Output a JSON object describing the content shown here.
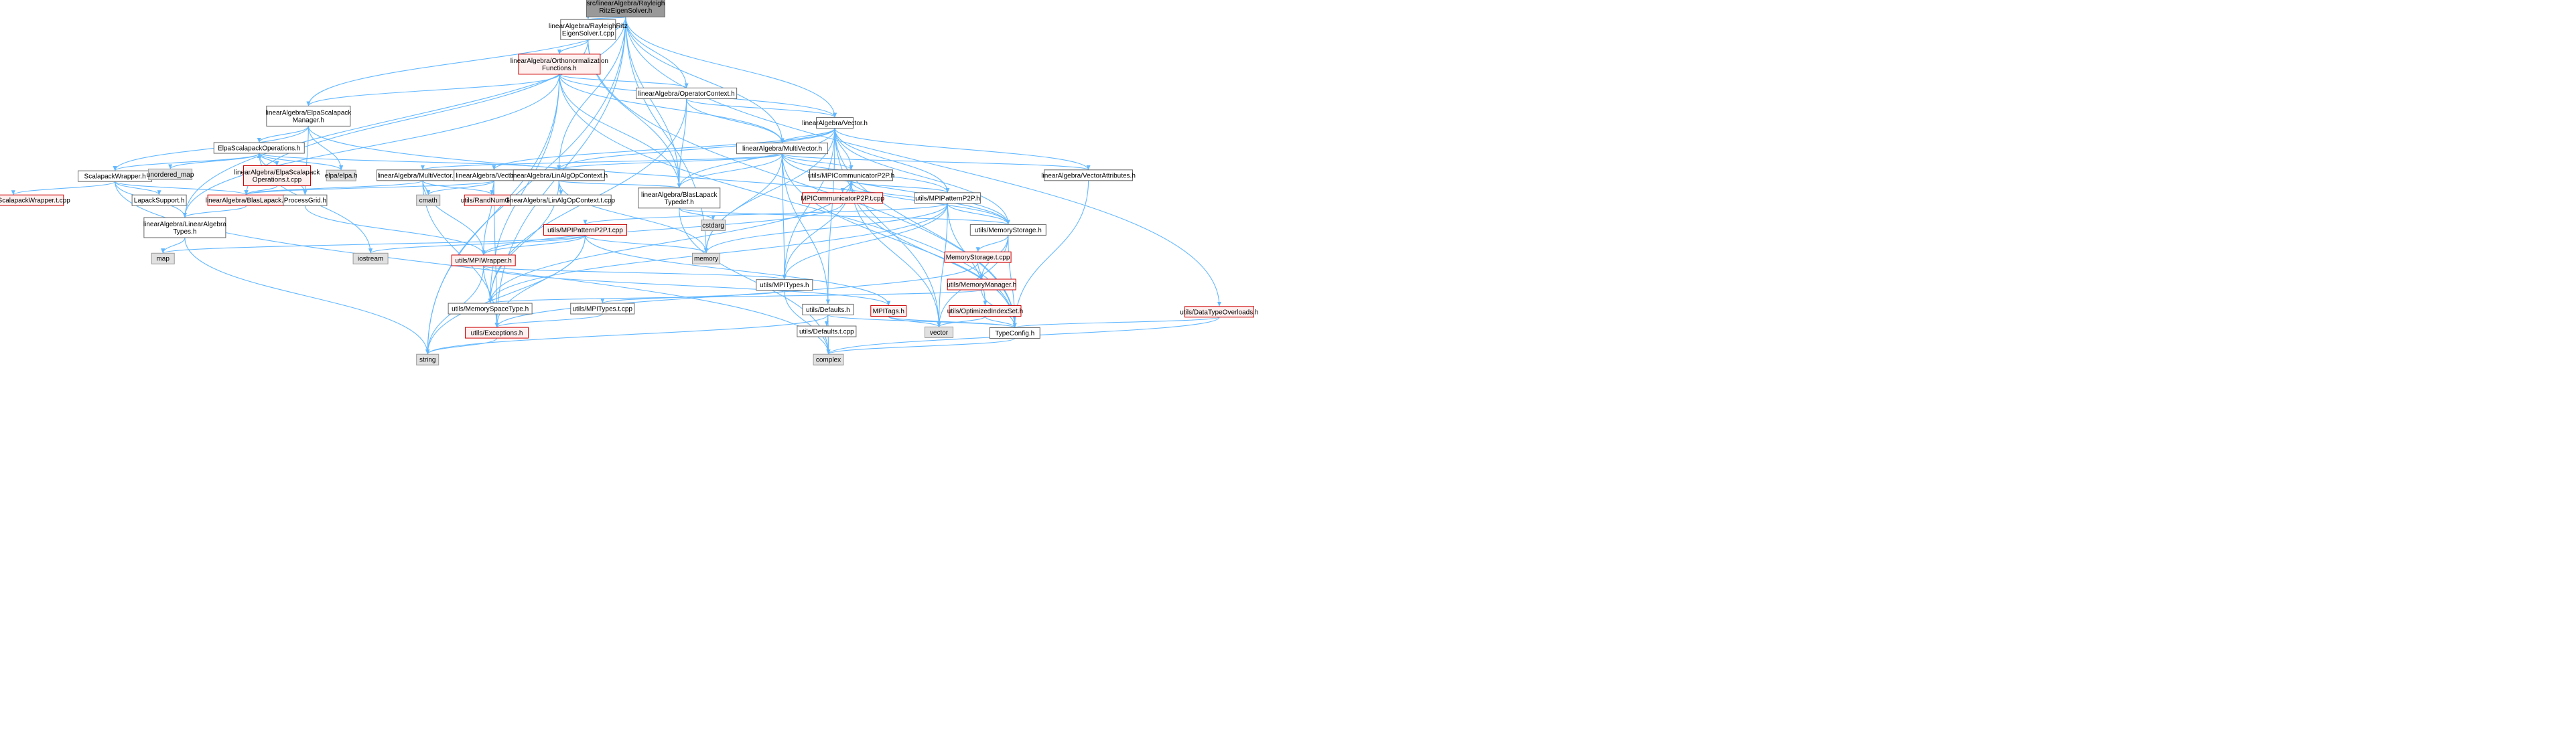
{
  "graph": {
    "style": {
      "root_fill": "#999999",
      "default_fill": "#ffffff",
      "default_stroke": "#666666",
      "missing_fill": "#e0e0e0",
      "missing_stroke": "#999999",
      "red_fill": "#fff0f0",
      "red_stroke": "#cc0000",
      "edge_color": "#63b8ff",
      "edge_red": "#cc3333"
    },
    "nodes": [
      {
        "id": "root",
        "lines": [
          "src/linearAlgebra/Rayleigh",
          "RitzEigenSolver.h"
        ],
        "kind": "root"
      },
      {
        "id": "rrtcpp",
        "lines": [
          "linearAlgebra/RayleighRitz",
          "EigenSolver.t.cpp"
        ],
        "kind": "normal"
      },
      {
        "id": "ortho",
        "lines": [
          "linearAlgebra/Orthonormalization",
          "Functions.h"
        ],
        "kind": "red"
      },
      {
        "id": "opctx",
        "lines": [
          "linearAlgebra/OperatorContext.h"
        ],
        "kind": "normal"
      },
      {
        "id": "vector",
        "lines": [
          "linearAlgebra/Vector.h"
        ],
        "kind": "normal"
      },
      {
        "id": "elpamgr",
        "lines": [
          "linearAlgebra/ElpaScalapack",
          "Manager.h"
        ],
        "kind": "normal"
      },
      {
        "id": "multivec",
        "lines": [
          "linearAlgebra/MultiVector.h"
        ],
        "kind": "normal"
      },
      {
        "id": "elpaops",
        "lines": [
          "ElpaScalapackOperations.h"
        ],
        "kind": "normal"
      },
      {
        "id": "scalwrap",
        "lines": [
          "ScalapackWrapper.h"
        ],
        "kind": "normal"
      },
      {
        "id": "unmap",
        "lines": [
          "unordered_map"
        ],
        "kind": "missing"
      },
      {
        "id": "elpaopst",
        "lines": [
          "linearAlgebra/ElpaScalapack",
          "Operations.t.cpp"
        ],
        "kind": "red"
      },
      {
        "id": "elpa",
        "lines": [
          "elpa/elpa.h"
        ],
        "kind": "missing"
      },
      {
        "id": "mvtcpp",
        "lines": [
          "linearAlgebra/MultiVector.t.cpp"
        ],
        "kind": "normal"
      },
      {
        "id": "vtcpp",
        "lines": [
          "linearAlgebra/Vector.t.cpp"
        ],
        "kind": "normal"
      },
      {
        "id": "linalgctx",
        "lines": [
          "linearAlgebra/LinAlgOpContext.h"
        ],
        "kind": "normal"
      },
      {
        "id": "mpicomm",
        "lines": [
          "utils/MPICommunicatorP2P.h"
        ],
        "kind": "normal"
      },
      {
        "id": "vecattr",
        "lines": [
          "linearAlgebra/VectorAttributes.h"
        ],
        "kind": "normal"
      },
      {
        "id": "dtover",
        "lines": [
          "utils/DataTypeOverloads.h"
        ],
        "kind": "red"
      },
      {
        "id": "scalwrapt",
        "lines": [
          "linearAlgebra/ScalapackWrapper.t.cpp"
        ],
        "kind": "red"
      },
      {
        "id": "lapacksup",
        "lines": [
          "LapackSupport.h"
        ],
        "kind": "normal"
      },
      {
        "id": "blaslapack",
        "lines": [
          "linearAlgebra/BlasLapack.h"
        ],
        "kind": "red"
      },
      {
        "id": "procgrid",
        "lines": [
          "ProcessGrid.h"
        ],
        "kind": "normal"
      },
      {
        "id": "cmath",
        "lines": [
          "cmath"
        ],
        "kind": "missing"
      },
      {
        "id": "randnum",
        "lines": [
          "utils/RandNumGen.h"
        ],
        "kind": "red"
      },
      {
        "id": "linalgctxt",
        "lines": [
          "linearAlgebra/LinAlgOpContext.t.cpp"
        ],
        "kind": "normal"
      },
      {
        "id": "blastypedef",
        "lines": [
          "linearAlgebra/BlasLapack",
          "Typedef.h"
        ],
        "kind": "normal"
      },
      {
        "id": "mpicommt",
        "lines": [
          "MPICommunicatorP2P.t.cpp"
        ],
        "kind": "red"
      },
      {
        "id": "mpipattern",
        "lines": [
          "utils/MPIPatternP2P.h"
        ],
        "kind": "normal"
      },
      {
        "id": "lintypes",
        "lines": [
          "linearAlgebra/LinearAlgebra",
          "Types.h"
        ],
        "kind": "normal"
      },
      {
        "id": "cstdarg",
        "lines": [
          "cstdarg"
        ],
        "kind": "missing"
      },
      {
        "id": "mpipatternt",
        "lines": [
          "utils/MPIPatternP2P.t.cpp"
        ],
        "kind": "red"
      },
      {
        "id": "memstorage",
        "lines": [
          "utils/MemoryStorage.h"
        ],
        "kind": "normal"
      },
      {
        "id": "map",
        "lines": [
          "map"
        ],
        "kind": "missing"
      },
      {
        "id": "iostream",
        "lines": [
          "iostream"
        ],
        "kind": "missing"
      },
      {
        "id": "mpiwrapper",
        "lines": [
          "utils/MPIWrapper.h"
        ],
        "kind": "red"
      },
      {
        "id": "memory",
        "lines": [
          "memory"
        ],
        "kind": "missing"
      },
      {
        "id": "memstoraget",
        "lines": [
          "MemoryStorage.t.cpp"
        ],
        "kind": "red"
      },
      {
        "id": "memmgr",
        "lines": [
          "utils/MemoryManager.h"
        ],
        "kind": "red"
      },
      {
        "id": "mpitypes",
        "lines": [
          "utils/MPITypes.h"
        ],
        "kind": "normal"
      },
      {
        "id": "memspace",
        "lines": [
          "utils/MemorySpaceType.h"
        ],
        "kind": "normal"
      },
      {
        "id": "mpitypest",
        "lines": [
          "utils/MPITypes.t.cpp"
        ],
        "kind": "normal"
      },
      {
        "id": "defaults",
        "lines": [
          "utils/Defaults.h"
        ],
        "kind": "normal"
      },
      {
        "id": "mpitags",
        "lines": [
          "MPITags.h"
        ],
        "kind": "red"
      },
      {
        "id": "optidx",
        "lines": [
          "utils/OptimizedIndexSet.h"
        ],
        "kind": "red"
      },
      {
        "id": "defaultst",
        "lines": [
          "utils/Defaults.t.cpp"
        ],
        "kind": "normal"
      },
      {
        "id": "vectorstd",
        "lines": [
          "vector"
        ],
        "kind": "missing"
      },
      {
        "id": "exceptions",
        "lines": [
          "utils/Exceptions.h"
        ],
        "kind": "red"
      },
      {
        "id": "typeconfig",
        "lines": [
          "TypeConfig.h"
        ],
        "kind": "normal"
      },
      {
        "id": "string",
        "lines": [
          "string"
        ],
        "kind": "missing"
      },
      {
        "id": "complex",
        "lines": [
          "complex"
        ],
        "kind": "missing"
      }
    ],
    "edges": [
      [
        "root",
        "rrtcpp"
      ],
      [
        "root",
        "elpamgr"
      ],
      [
        "root",
        "lintypes"
      ],
      [
        "root",
        "linalgctx"
      ],
      [
        "root",
        "vector"
      ],
      [
        "root",
        "multivec"
      ],
      [
        "root",
        "opctx"
      ],
      [
        "root",
        "blastypedef"
      ],
      [
        "root",
        "memory"
      ],
      [
        "root",
        "string"
      ],
      [
        "root",
        "exceptions"
      ],
      [
        "root",
        "dtover"
      ],
      [
        "rrtcpp",
        "ortho"
      ],
      [
        "rrtcpp",
        "blastypedef"
      ],
      [
        "rrtcpp",
        "typeconfig"
      ],
      [
        "rrtcpp",
        "blaslapack"
      ],
      [
        "ortho",
        "opctx"
      ],
      [
        "ortho",
        "elpamgr"
      ],
      [
        "ortho",
        "multivec"
      ],
      [
        "ortho",
        "vector"
      ],
      [
        "ortho",
        "blastypedef"
      ],
      [
        "ortho",
        "memspace"
      ],
      [
        "ortho",
        "string"
      ],
      [
        "ortho",
        "lintypes"
      ],
      [
        "ortho",
        "typeconfig"
      ],
      [
        "opctx",
        "vector"
      ],
      [
        "opctx",
        "multivec"
      ],
      [
        "opctx",
        "blastypedef"
      ],
      [
        "opctx",
        "memspace"
      ],
      [
        "vector",
        "multivec"
      ],
      [
        "vector",
        "linalgctx"
      ],
      [
        "vector",
        "vecattr"
      ],
      [
        "vector",
        "memstorage"
      ],
      [
        "vector",
        "mpicomm"
      ],
      [
        "vector",
        "mpipattern"
      ],
      [
        "vector",
        "typeconfig"
      ],
      [
        "vector",
        "defaults"
      ],
      [
        "vector",
        "vtcpp"
      ],
      [
        "vector",
        "memory"
      ],
      [
        "vector",
        "vectorstd"
      ],
      [
        "vector",
        "blastypedef"
      ],
      [
        "vector",
        "mpitypes"
      ],
      [
        "elpamgr",
        "elpaops"
      ],
      [
        "elpamgr",
        "scalwrap"
      ],
      [
        "elpamgr",
        "elpa"
      ],
      [
        "elpamgr",
        "procgrid"
      ],
      [
        "elpamgr",
        "memstorage"
      ],
      [
        "multivec",
        "mvtcpp"
      ],
      [
        "multivec",
        "linalgctx"
      ],
      [
        "multivec",
        "mpicomm"
      ],
      [
        "multivec",
        "mpipattern"
      ],
      [
        "multivec",
        "vecattr"
      ],
      [
        "multivec",
        "memstorage"
      ],
      [
        "multivec",
        "typeconfig"
      ],
      [
        "multivec",
        "defaults"
      ],
      [
        "multivec",
        "memory"
      ],
      [
        "multivec",
        "blastypedef"
      ],
      [
        "multivec",
        "mpitypes"
      ],
      [
        "elpaops",
        "elpaopst"
      ],
      [
        "elpaops",
        "unmap"
      ],
      [
        "elpaops",
        "elpa"
      ],
      [
        "elpaops",
        "scalwrap"
      ],
      [
        "elpaops",
        "procgrid"
      ],
      [
        "elpaops",
        "linalgctx"
      ],
      [
        "elpaops",
        "iostream"
      ],
      [
        "elpaopst",
        "elpaops"
      ],
      [
        "elpaopst",
        "blaslapack"
      ],
      [
        "scalwrap",
        "scalwrapt"
      ],
      [
        "scalwrap",
        "lapacksup"
      ],
      [
        "scalwrap",
        "blaslapack"
      ],
      [
        "scalwrap",
        "lintypes"
      ],
      [
        "scalwrap",
        "complex"
      ],
      [
        "mvtcpp",
        "blaslapack"
      ],
      [
        "mvtcpp",
        "cmath"
      ],
      [
        "mvtcpp",
        "randnum"
      ],
      [
        "mvtcpp",
        "mpiwrapper"
      ],
      [
        "mvtcpp",
        "exceptions"
      ],
      [
        "vtcpp",
        "blaslapack"
      ],
      [
        "vtcpp",
        "cmath"
      ],
      [
        "vtcpp",
        "randnum"
      ],
      [
        "vtcpp",
        "mpiwrapper"
      ],
      [
        "vtcpp",
        "exceptions"
      ],
      [
        "linalgctx",
        "linalgctxt"
      ],
      [
        "linalgctx",
        "blastypedef"
      ],
      [
        "linalgctx",
        "memory"
      ],
      [
        "linalgctx",
        "memspace"
      ],
      [
        "mpicomm",
        "mpicommt"
      ],
      [
        "mpicomm",
        "mpipattern"
      ],
      [
        "mpicomm",
        "memstorage"
      ],
      [
        "mpicomm",
        "mpitypes"
      ],
      [
        "mpicomm",
        "typeconfig"
      ],
      [
        "mpicomm",
        "memspace"
      ],
      [
        "mpicomm",
        "vectorstd"
      ],
      [
        "mpicommt",
        "mpicomm"
      ],
      [
        "mpicommt",
        "mpiwrapper"
      ],
      [
        "vecattr",
        "typeconfig"
      ],
      [
        "dtover",
        "typeconfig"
      ],
      [
        "dtover",
        "complex"
      ],
      [
        "blaslapack",
        "lintypes"
      ],
      [
        "procgrid",
        "mpiwrapper"
      ],
      [
        "blastypedef",
        "cstdarg"
      ],
      [
        "blastypedef",
        "memstorage"
      ],
      [
        "blastypedef",
        "complex"
      ],
      [
        "mpipattern",
        "mpipatternt"
      ],
      [
        "mpipattern",
        "memstorage"
      ],
      [
        "mpipattern",
        "optidx"
      ],
      [
        "mpipattern",
        "mpitypes"
      ],
      [
        "mpipattern",
        "memspace"
      ],
      [
        "mpipattern",
        "vectorstd"
      ],
      [
        "mpipattern",
        "memory"
      ],
      [
        "lintypes",
        "map"
      ],
      [
        "lintypes",
        "string"
      ],
      [
        "mpipatternt",
        "map"
      ],
      [
        "mpipatternt",
        "iostream"
      ],
      [
        "mpipatternt",
        "memory"
      ],
      [
        "mpipatternt",
        "mpiwrapper"
      ],
      [
        "mpipatternt",
        "mpitags"
      ],
      [
        "mpipatternt",
        "exceptions"
      ],
      [
        "mpipatternt",
        "string"
      ],
      [
        "memstorage",
        "memstoraget"
      ],
      [
        "memstorage",
        "memmgr"
      ],
      [
        "memstorage",
        "typeconfig"
      ],
      [
        "memstorage",
        "vectorstd"
      ],
      [
        "memstoraget",
        "memmgr"
      ],
      [
        "memstoraget",
        "exceptions"
      ],
      [
        "memmgr",
        "memspace"
      ],
      [
        "memmgr",
        "typeconfig"
      ],
      [
        "mpiwrapper",
        "mpitypes"
      ],
      [
        "mpiwrapper",
        "memspace"
      ],
      [
        "mpiwrapper",
        "mpitags"
      ],
      [
        "mpiwrapper",
        "string"
      ],
      [
        "mpitypes",
        "mpitypest"
      ],
      [
        "mpitypes",
        "complex"
      ],
      [
        "mpitypest",
        "exceptions"
      ],
      [
        "defaults",
        "defaultst"
      ],
      [
        "defaults",
        "complex"
      ],
      [
        "defaults",
        "string"
      ],
      [
        "defaults",
        "typeconfig"
      ],
      [
        "mpitags",
        "vectorstd"
      ],
      [
        "mpitags",
        "typeconfig"
      ],
      [
        "optidx",
        "vectorstd"
      ],
      [
        "optidx",
        "typeconfig"
      ],
      [
        "exceptions",
        "string"
      ],
      [
        "typeconfig",
        "complex"
      ]
    ]
  }
}
